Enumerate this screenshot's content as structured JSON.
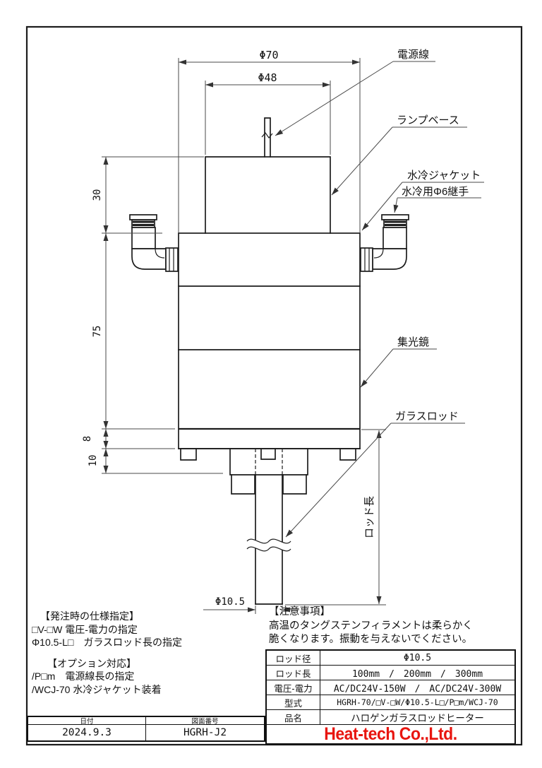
{
  "sheet": {
    "background": "#ffffff",
    "line_color": "#1c1c1c"
  },
  "drawing": {
    "dims": {
      "phi70": "Φ70",
      "phi48": "Φ48",
      "lamp_base_height": "30",
      "jacket_height": "75",
      "flange_height": "8",
      "mount_height": "10",
      "rod_dia": "Φ10.5",
      "rod_length": "ロッド長"
    },
    "labels": {
      "power_cord": "電源線",
      "lamp_base": "ランプベース",
      "water_jacket": "水冷ジャケット",
      "water_fitting": "水冷用Φ6継手",
      "condenser_mirror": "集光鏡",
      "glass_rod": "ガラスロッド"
    }
  },
  "ordering_note": {
    "spec_title": "【発注時の仕様指定】",
    "spec_line1": "□V-□W 電圧-電力の指定",
    "spec_line2": "Φ10.5-L□　ガラスロッド長の指定",
    "option_title": "【オプション対応】",
    "option_line1": "/P□m　電源線長の指定",
    "option_line2": "/WCJ-70 水冷ジャケット装着"
  },
  "caution_note": {
    "title": "【注意事項】",
    "line1": "高温のタングステンフィラメントは柔らかく",
    "line2": "脆くなります。振動を与えないでください。"
  },
  "spec_table": {
    "rows": [
      {
        "label": "ロッド径",
        "value": "Φ10.5"
      },
      {
        "label": "ロッド長",
        "value": "100mm　/　200mm　/　300mm"
      },
      {
        "label": "電圧-電力",
        "value": "AC/DC24V-150W　/　AC/DC24V-300W"
      },
      {
        "label": "型式",
        "value": "HGRH-70/□V-□W/Φ10.5-L□/P□m/WCJ-70"
      },
      {
        "label": "品名",
        "value": "ハロゲンガラスロッドヒーター"
      }
    ],
    "logo_text": "Heat-tech Co.,Ltd.",
    "logo_color": "#e8150f"
  },
  "title_block": {
    "date_label": "日付",
    "date_value": "2024.9.3",
    "drawing_no_label": "図面番号",
    "drawing_no_value": "HGRH-J2"
  }
}
